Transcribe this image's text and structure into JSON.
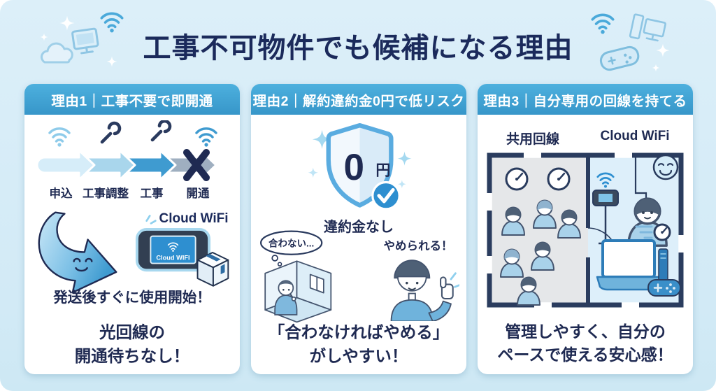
{
  "palette": {
    "background": "#d7ecf7",
    "card_header_blue": "#3f9fd2",
    "navy_text": "#1b2a5b",
    "accent_blue": "#3f9bd0",
    "light_blue": "#cfe8f6",
    "gray_arrow": "#9fafc0"
  },
  "header": {
    "title": "工事不可物件でも候補になる理由",
    "decor_icons_left": [
      "cloud-icon",
      "monitor-icon",
      "wifi-icon",
      "sparkle"
    ],
    "decor_icons_right": [
      "wifi-icon",
      "desktop-pc-icon",
      "gamepad-icon",
      "sparkle"
    ]
  },
  "cards": [
    {
      "header": "理由1｜工事不要で即開通",
      "flow": {
        "steps": [
          "申込",
          "工事調整",
          "工事",
          "開通"
        ]
      },
      "cloud_wifi_label": "Cloud WiFi",
      "device_screen_label": "Cloud WIFI",
      "caption": "発送後すぐに使用開始！",
      "footer_line1": "光回線の",
      "footer_line2": "開通待ちなし！"
    },
    {
      "header": "理由2｜解約違約金0円で低リスク",
      "shield_value": "0",
      "shield_unit": "円",
      "caption": "違約金なし",
      "thought_bubble": "合わない...",
      "cheer_text": "やめられる！",
      "footer_line1": "「合わなければやめる」",
      "footer_line2": "がしやすい！"
    },
    {
      "header": "理由3｜自分専用の回線を持てる",
      "label_shared": "共用回線",
      "label_cloud": "Cloud WiFi",
      "footer_line1": "管理しやすく、自分の",
      "footer_line2": "ペースで使える安心感！"
    }
  ]
}
